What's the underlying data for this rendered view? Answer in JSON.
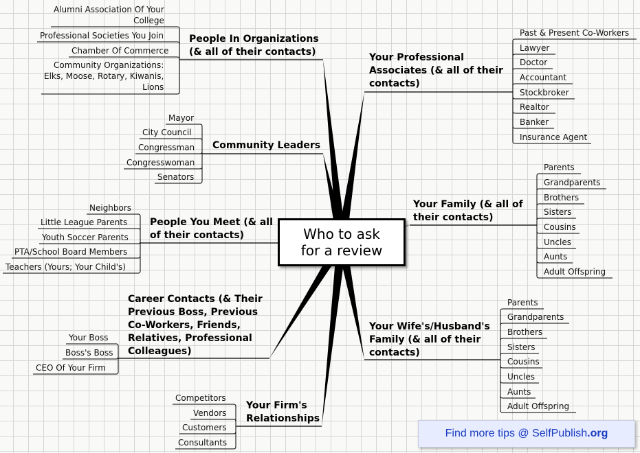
{
  "center": {
    "title": "Who to ask\nfor a review"
  },
  "branches": [
    {
      "id": "organizations",
      "label": "People In Organizations\n(& all of their contacts)",
      "side": "left",
      "items": [
        "Alumni Association Of Your\nCollege",
        "Professional Societies You Join",
        "Chamber Of Commerce",
        "Community Organizations:\nElks, Moose, Rotary, Kiwanis,\nLions"
      ]
    },
    {
      "id": "community",
      "label": "Community Leaders",
      "side": "left",
      "items": [
        "Mayor",
        "City Council",
        "Congressman",
        "Congresswoman",
        "Senators"
      ]
    },
    {
      "id": "meet",
      "label": "People You Meet (& all\nof their contacts)",
      "side": "left",
      "items": [
        "Neighbors",
        "Little League Parents",
        "Youth Soccer Parents",
        "PTA/School Board Members",
        "Teachers (Yours; Your Child's)"
      ]
    },
    {
      "id": "career",
      "label": "Career Contacts (& Their\nPrevious Boss, Previous\nCo-Workers, Friends,\nRelatives, Professional\nColleagues)",
      "side": "left",
      "items": [
        "Your Boss",
        "Boss's Boss",
        "CEO Of Your Firm"
      ]
    },
    {
      "id": "firm",
      "label": "Your Firm's\nRelationships",
      "side": "left",
      "items": [
        "Competitors",
        "Vendors",
        "Customers",
        "Consultants"
      ]
    },
    {
      "id": "professional",
      "label": "Your Professional\nAssociates (& all of their\ncontacts)",
      "side": "right",
      "items": [
        "Past & Present Co-Workers",
        "Lawyer",
        "Doctor",
        "Accountant",
        "Stockbroker",
        "Realtor",
        "Banker",
        "Insurance Agent"
      ]
    },
    {
      "id": "family",
      "label": "Your Family (& all of\ntheir contacts)",
      "side": "right",
      "items": [
        "Parents",
        "Grandparents",
        "Brothers",
        "Sisters",
        "Cousins",
        "Uncles",
        "Aunts",
        "Adult Offspring"
      ]
    },
    {
      "id": "spouse",
      "label": "Your Wife's/Husband's\nFamily (& all of their\ncontacts)",
      "side": "right",
      "items": [
        "Parents",
        "Grandparents",
        "Brothers",
        "Sisters",
        "Cousins",
        "Uncles",
        "Aunts",
        "Adult Offspring"
      ]
    }
  ],
  "footer": {
    "prefix": "Find more tips @ SelfPublish",
    "suffix": ".org"
  }
}
